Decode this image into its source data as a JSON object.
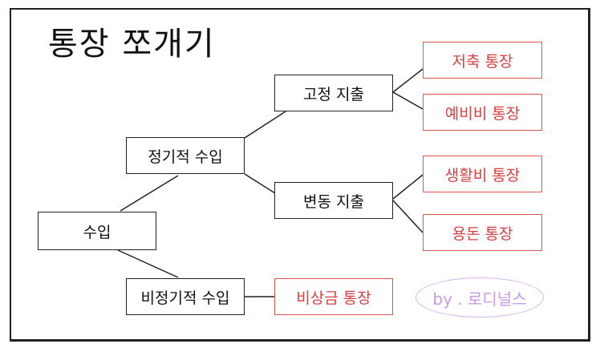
{
  "title": "통장 쪼개기",
  "nodes": {
    "income": "수입",
    "regular_income": "정기적 수입",
    "irregular_income": "비정기적 수입",
    "fixed_expense": "고정 지출",
    "variable_expense": "변동 지출",
    "savings": "저축 통장",
    "reserve": "예비비 통장",
    "living": "생활비 통장",
    "allowance": "용돈 통장",
    "emergency": "비상금 통장"
  },
  "signature": "by . 로디널스",
  "colors": {
    "account_border": "#e05555",
    "signature": "#c79be8"
  }
}
